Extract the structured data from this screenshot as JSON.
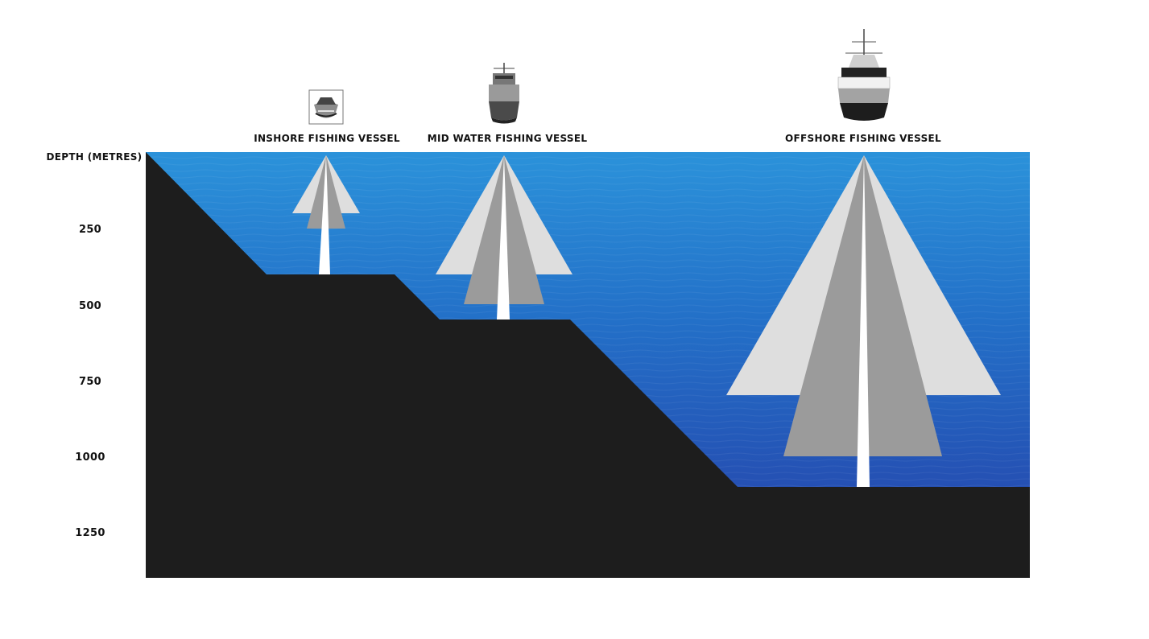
{
  "axis": {
    "title": "DEPTH (METRES)",
    "ticks": [
      "250",
      "500",
      "750",
      "1000",
      "1250"
    ]
  },
  "vessels": [
    {
      "label": "INSHORE FISHING VESSEL",
      "icon": "inshore-boat-icon"
    },
    {
      "label": "MID WATER FISHING VESSEL",
      "icon": "trawler-icon"
    },
    {
      "label": "OFFSHORE FISHING VESSEL",
      "icon": "offshore-ship-icon"
    }
  ],
  "colors": {
    "seabed": "#1d1d1d",
    "water_top": "#2b8fd8",
    "water_bottom": "#2453b5",
    "outer_triangle": "#dedede",
    "inner_triangle": "#9b9b9b",
    "line": "#ffffff"
  }
}
